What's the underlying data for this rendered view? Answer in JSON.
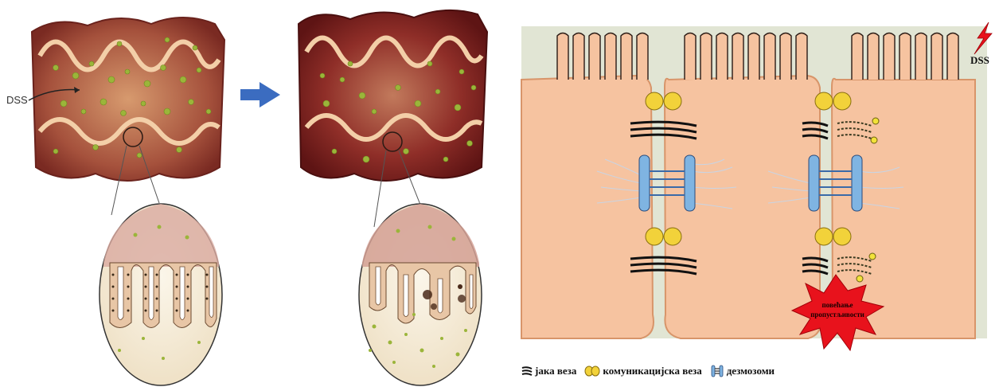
{
  "left_panel": {
    "dss_label": "DSS"
  },
  "right_panel": {
    "dss_label": "DSS",
    "burst_text_line1": "повећање",
    "burst_text_line2": "пропустљивости"
  },
  "legend": {
    "items": [
      {
        "icon": "tight-junction-icon",
        "label": "јака веза"
      },
      {
        "icon": "gap-junction-icon",
        "label": "комуникацијска веза"
      },
      {
        "icon": "desmosome-icon",
        "label": "дезмозоми"
      }
    ]
  },
  "colors": {
    "tissue_dark": "#7a2a22",
    "tissue_light": "#e3b58f",
    "granule_green": "#9bb53a",
    "cell_bg": "#f6c3a0",
    "panel_bg": "#e1e5d4",
    "desmosome_blue": "#7fb4e2",
    "gap_yellow": "#f2d23a",
    "burst_red": "#e8121c",
    "arrow_blue": "#3b6cc0"
  }
}
